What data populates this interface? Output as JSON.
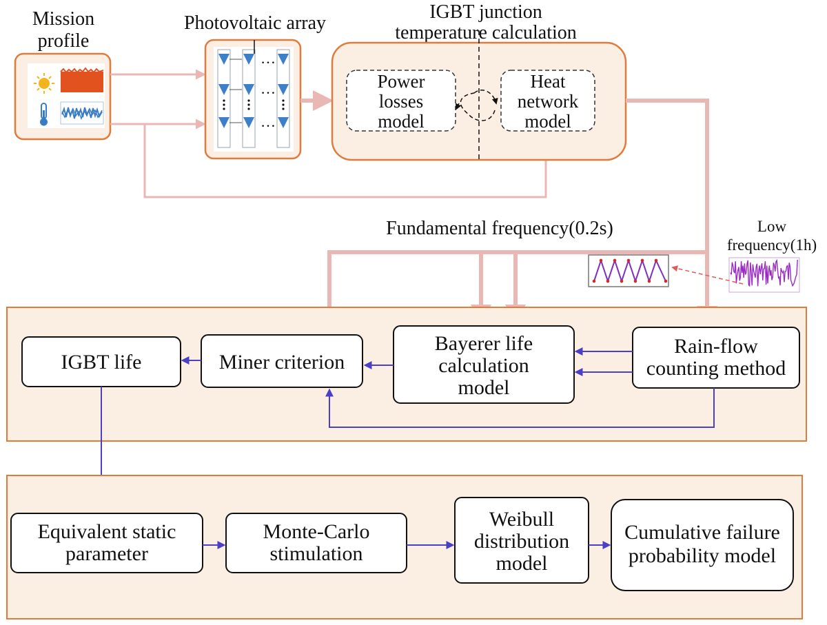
{
  "mission": {
    "title_line1": "Mission",
    "title_line2": "profile"
  },
  "pv": {
    "title": "Photovoltaic array",
    "ellipsis": "…"
  },
  "igbt_tj": {
    "title_line1": "IGBT junction",
    "title_line2": "temperature calculation",
    "power_losses": [
      "Power",
      "losses",
      "model"
    ],
    "heat_network": [
      "Heat",
      "network",
      "model"
    ]
  },
  "frequency": {
    "fundamental": "Fundamental frequency(0.2s)",
    "low_line1": "Low",
    "low_line2": "frequency(1h)"
  },
  "life_block": {
    "igbt_life": "IGBT life",
    "miner": "Miner criterion",
    "bayerer": [
      "Bayerer life",
      "calculation",
      "model"
    ],
    "rainflow": [
      "Rain-flow",
      "counting method"
    ]
  },
  "reliability_block": {
    "equivalent": [
      "Equivalent static",
      "parameter"
    ],
    "monte_carlo": [
      "Monte-Carlo",
      "stimulation"
    ],
    "weibull": [
      "Weibull",
      "distribution",
      "model"
    ],
    "cumulative": [
      "Cumulative failure",
      "probability model"
    ]
  },
  "colors": {
    "panel_fill": "#fbeee3",
    "panel_border": "#e07b3c",
    "pink_arrow": "#eab8b4",
    "blue_arrow": "#4b3fc6",
    "triangle": "#3d7fc9",
    "sun": "#f3b51b",
    "irradiance": "#e2521e",
    "temperature": "#3a7cc4",
    "low_freq": "#9a2bc2",
    "rainflow_marker": "#cc2a2a"
  }
}
